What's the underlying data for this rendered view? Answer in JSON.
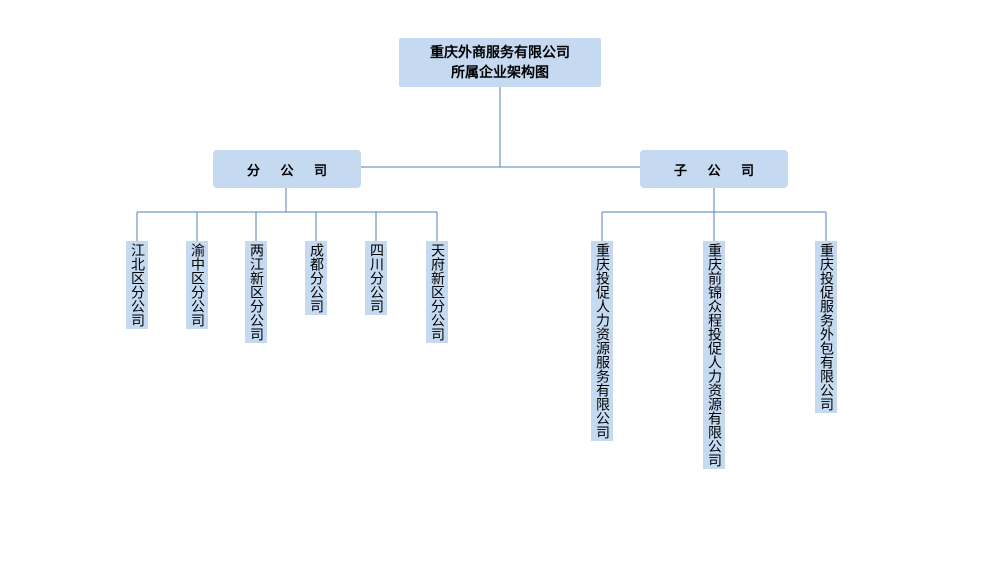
{
  "root": {
    "line1": "重庆外商服务有限公司",
    "line2": "所属企业架构图"
  },
  "groups": [
    {
      "label": "分 公 司",
      "children": [
        "江北区分公司",
        "渝中区分公司",
        "两江新区分公司",
        "成都分公司",
        "四川分公司",
        "天府新区分公司"
      ]
    },
    {
      "label": "子 公 司",
      "children": [
        "重庆投促人力资源服务有限公司",
        "重庆前锦众程投促人力资源有限公司",
        "重庆投促服务外包有限公司"
      ]
    }
  ],
  "colors": {
    "box_fill": "#c5d9f1",
    "line": "#4f81bd"
  }
}
